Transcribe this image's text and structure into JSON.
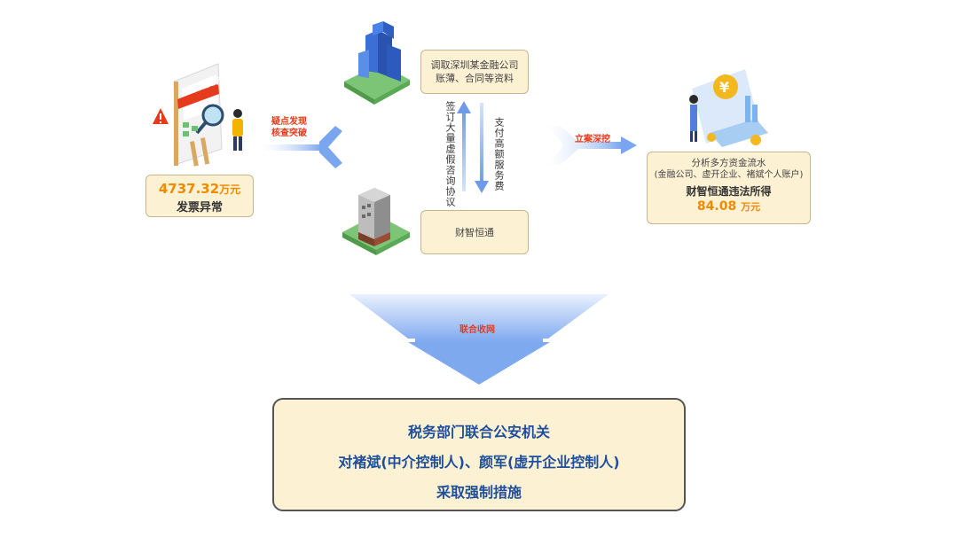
{
  "invoice_amount": "4737.32",
  "invoice_unit": "万元",
  "invoice_label": "发票异常",
  "billboard_text": "4737.32万元",
  "discover_line1": "疑点发现",
  "discover_line2": "核查突破",
  "record_label": "立案深挖",
  "bank_line1": "调取深圳某金融公司",
  "bank_line2": "账薄、合同等资料",
  "company_label": "财智恒通",
  "sign_label": "签订大量虚假咨询协议",
  "pay_label": "支付高额服务费",
  "analysis_line1": "分析多方资金流水",
  "analysis_line2": "(金融公司、虚开企业、褚斌个人账户)",
  "analysis_line3": "财智恒通违法所得",
  "illegal_amount": "84.08",
  "illegal_unit": "万元",
  "joint_label": "联合收网",
  "final_line1": "税务部门联合公安机关",
  "final_line2": "对褚斌(中介控制人)、颜军(虚开企业控制人)",
  "final_line3": "采取强制措施",
  "colors": {
    "arrow_blue": "#8fb3f0",
    "box_fill": "#fdf1d4",
    "box_border": "#c9b58d",
    "accent_red": "#e53b1c",
    "amount_orange": "#f08a00"
  }
}
